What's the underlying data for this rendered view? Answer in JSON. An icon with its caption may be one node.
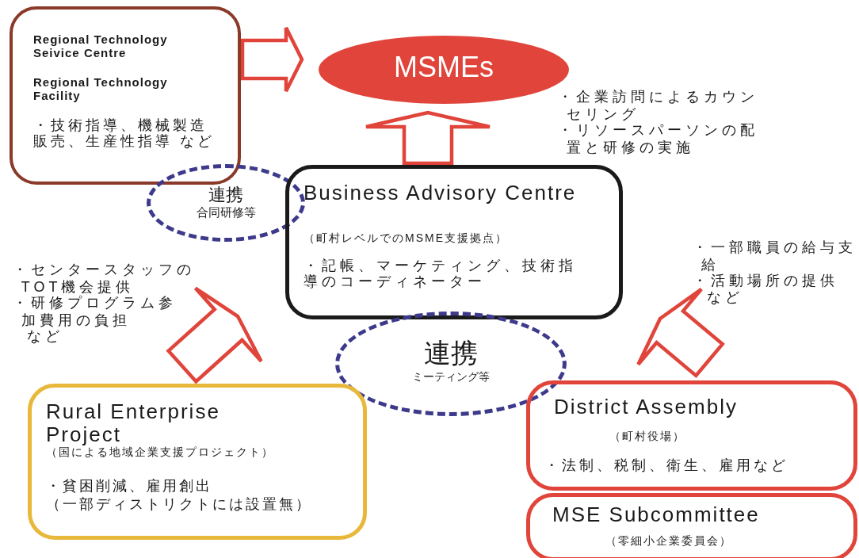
{
  "diagram": {
    "nodes": [
      {
        "text": [
          "Regional Technology Seivice Centre",
          "Regional Technology Facility",
          "・技術指導、機械製造販売、生産性指導 など"
        ]
      },
      {
        "text": [
          "MSMEs"
        ]
      },
      {
        "text": [
          "連携",
          "合同研修等"
        ]
      },
      {
        "text": [
          "Business Advisory Centre",
          "（町村レベルでのMSME支援拠点）",
          "・記帳、マーケティング、技術指導のコーディネーター"
        ]
      },
      {
        "text": [
          "連携",
          "ミーティング等"
        ]
      },
      {
        "text": [
          "Rural Enterprise Project",
          "（国による地域企業支援プロジェクト）",
          "・貧困削減、雇用創出",
          "（一部ディストリクトには設置無）"
        ]
      },
      {
        "text": [
          "District Assembly",
          "（町村役場）",
          "・法制、税制、衛生、雇用など"
        ]
      },
      {
        "text": [
          "MSE Subcommittee",
          "（零細小企業委員会）"
        ]
      }
    ],
    "edges": [
      {
        "from": 0,
        "to": 1,
        "arrow": "to"
      },
      {
        "from": 3,
        "to": 1,
        "arrow": "to"
      },
      {
        "from": 5,
        "to": 3,
        "arrow": "to"
      },
      {
        "from": 6,
        "to": 3,
        "arrow": "to"
      }
    ],
    "labels": [
      "・企業訪問によるカウンセリング",
      "・リソースパーソンの配置と研修の実施",
      "・一部職員の給与支給",
      "・活動場所の提供",
      "など",
      "・センタースタッフのTOT機会提供",
      "・研修プログラム参加費用の負担",
      "など"
    ]
  }
}
